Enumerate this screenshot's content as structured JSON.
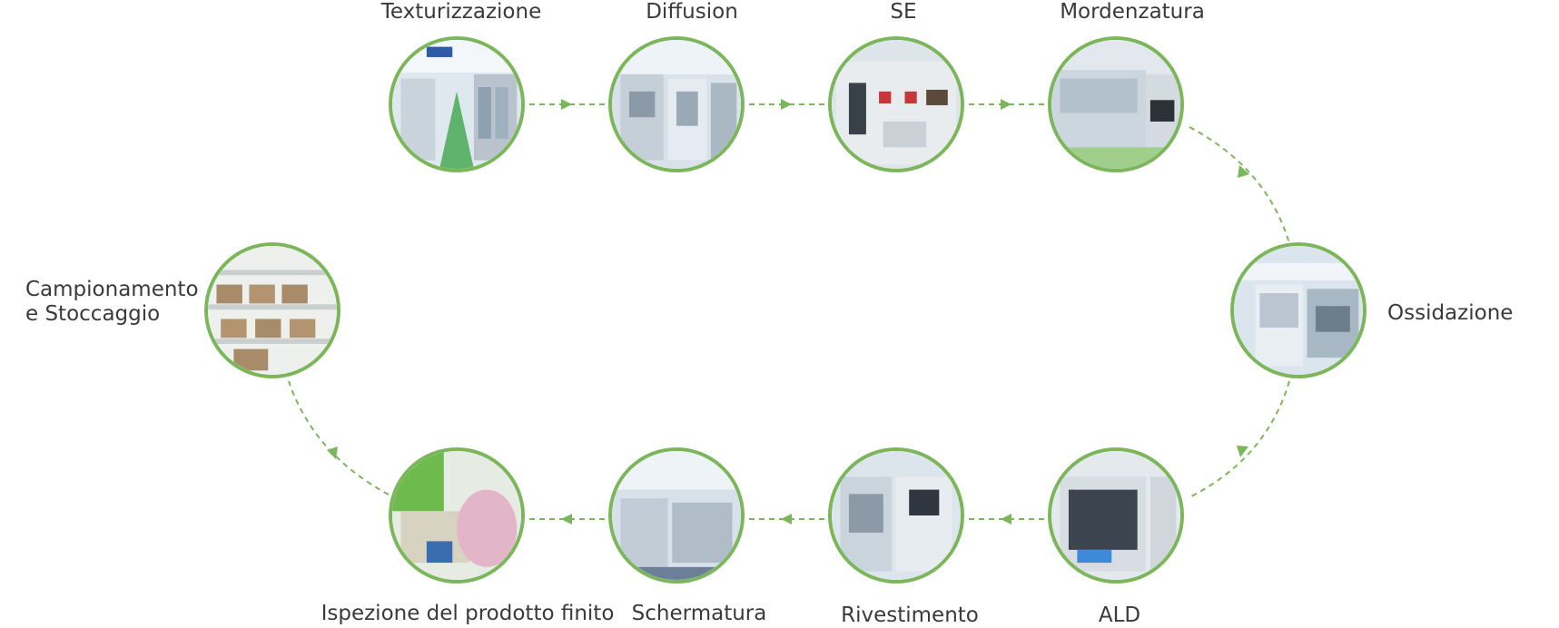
{
  "colors": {
    "accent": "#7cb65a",
    "text": "#3a3a3a"
  },
  "steps": [
    {
      "label": "Texturizzazione",
      "icon": "factory-photo"
    },
    {
      "label": "Diffusion",
      "icon": "factory-photo"
    },
    {
      "label": "SE",
      "icon": "factory-photo"
    },
    {
      "label": "Mordenzatura",
      "icon": "factory-photo"
    },
    {
      "label": "Ossidazione",
      "icon": "factory-photo"
    },
    {
      "label": "ALD",
      "icon": "factory-photo"
    },
    {
      "label": "Rivestimento",
      "icon": "factory-photo"
    },
    {
      "label": "Schermatura",
      "icon": "factory-photo"
    },
    {
      "label": "Ispezione del prodotto finito",
      "icon": "factory-photo"
    },
    {
      "label": "Campionamento\ne Stoccaggio",
      "icon": "warehouse-photo"
    }
  ]
}
